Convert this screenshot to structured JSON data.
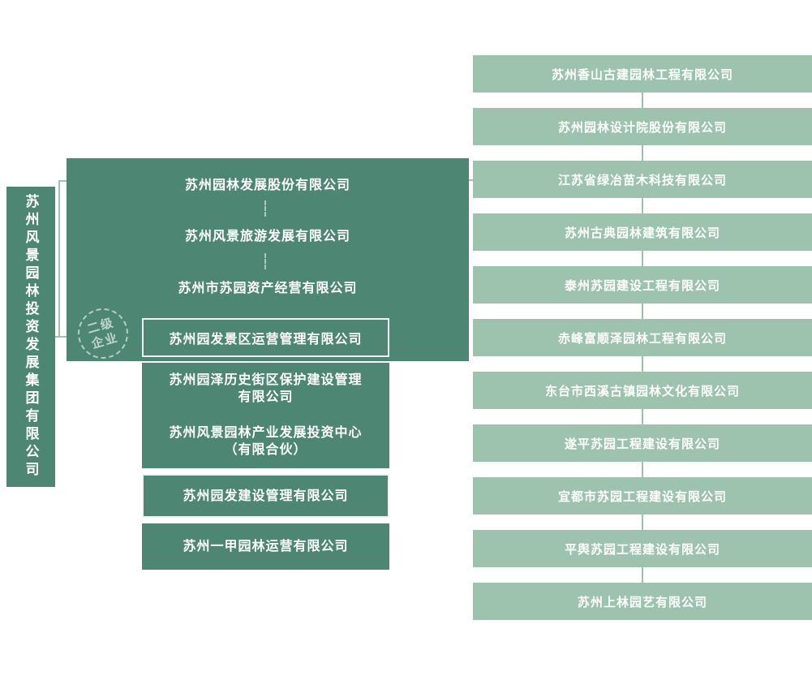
{
  "root": {
    "label": "苏州风景园林投资发展集团有限公司"
  },
  "stamp": {
    "line1": "二级",
    "line2": "企业"
  },
  "level2": [
    "苏州园林发展股份有限公司",
    "苏州风景旅游发展有限公司",
    "苏州市苏园资产经营有限公司",
    "苏州园发景区运营管理有限公司",
    "苏州园泽历史街区保护建设管理\n有限公司",
    "苏州风景园林产业发展投资中心\n（有限合伙）",
    "苏州园发建设管理有限公司",
    "苏州一甲园林运营有限公司"
  ],
  "level3": [
    "苏州香山古建园林工程有限公司",
    "苏州园林设计院股份有限公司",
    "江苏省绿冶苗木科技有限公司",
    "苏州古典园林建筑有限公司",
    "泰州苏园建设工程有限公司",
    "赤峰富顺泽园林工程有限公司",
    "东台市西溪古镇园林文化有限公司",
    "遂平苏园工程建设有限公司",
    "宜都市苏园工程建设有限公司",
    "平舆苏园工程建设有限公司",
    "苏州上林园艺有限公司"
  ],
  "colors": {
    "dark_green": "#4d8673",
    "light_green": "#9dc3ae",
    "text": "#ffffff"
  }
}
